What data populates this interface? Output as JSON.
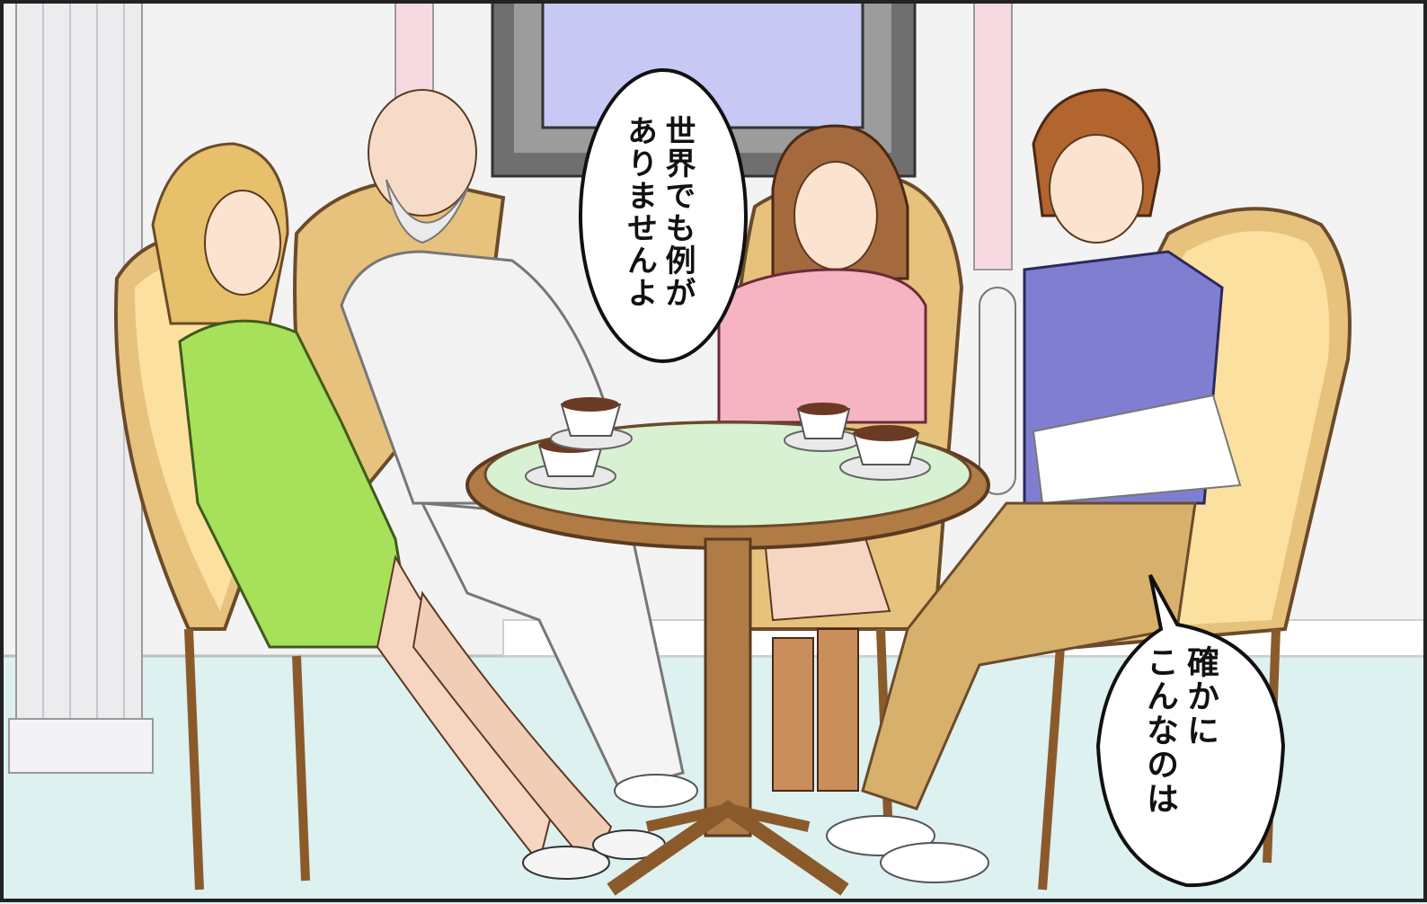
{
  "panel": {
    "bubble_left": {
      "lines": [
        "世界でも例が",
        "ありませんよ"
      ]
    },
    "bubble_right": {
      "lines": [
        "確かに",
        "こんなのは"
      ]
    }
  }
}
